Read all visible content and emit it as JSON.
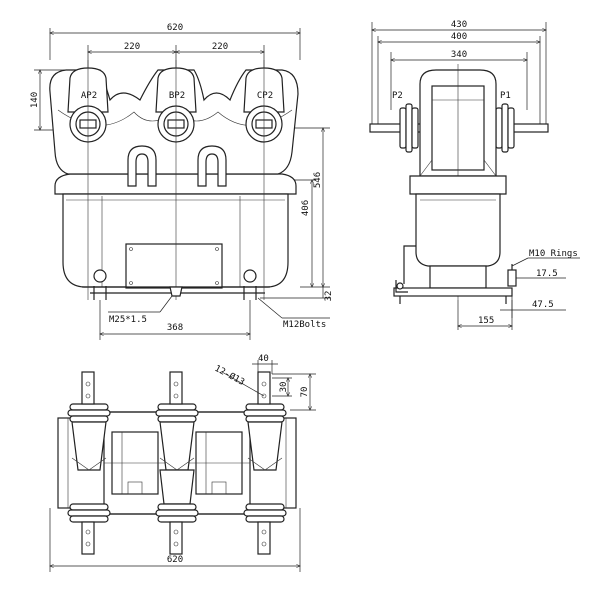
{
  "front_view": {
    "overall_width": "620",
    "spacing_left": "220",
    "spacing_right": "220",
    "top_height": "140",
    "total_height": "546",
    "body_height": "406",
    "base_offset": "32",
    "mount_width": "368",
    "terminal_labels": [
      "AP2",
      "BP2",
      "CP2"
    ],
    "thread_callout": "M25*1.5",
    "bolt_callout": "M12Bolts"
  },
  "side_view": {
    "width_outer": "430",
    "width_mid": "400",
    "width_inner": "340",
    "label_p2": "P2",
    "label_p1": "P1",
    "ring_callout": "M10 Rings",
    "dim_17_5": "17.5",
    "dim_47_5": "47.5",
    "dim_155": "155"
  },
  "top_view": {
    "overall_width": "620",
    "hole_callout": "12-Ø13",
    "dim_40": "40",
    "dim_30": "30",
    "dim_70": "70"
  }
}
